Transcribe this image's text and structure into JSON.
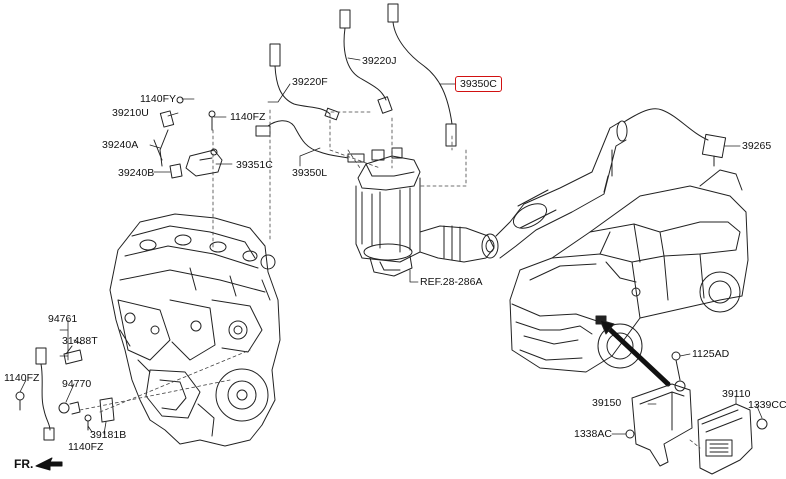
{
  "diagram": {
    "labels": {
      "l_1140FY": "1140FY",
      "l_39210U": "39210U",
      "l_1140FZ_a": "1140FZ",
      "l_39220F": "39220F",
      "l_39220J": "39220J",
      "l_39350C": "39350C",
      "l_39240A": "39240A",
      "l_39351C": "39351C",
      "l_39350L": "39350L",
      "l_39240B": "39240B",
      "l_39265": "39265",
      "l_ref": "REF.28-286A",
      "l_94761": "94761",
      "l_31488T": "31488T",
      "l_1140FZ_b": "1140FZ",
      "l_94770": "94770",
      "l_39181B": "39181B",
      "l_1140FZ_c": "1140FZ",
      "l_1125AD": "1125AD",
      "l_39150": "39150",
      "l_39110": "39110",
      "l_1339CC": "1339CC",
      "l_1338AC": "1338AC",
      "l_fr": "FR."
    },
    "highlight": "39350C",
    "highlight_color": "#d11111"
  }
}
